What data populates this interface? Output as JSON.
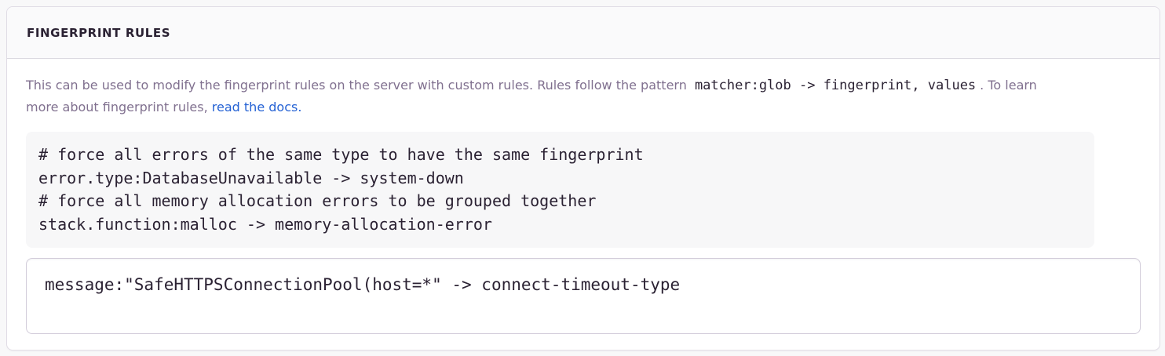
{
  "panel": {
    "header": {
      "title": "FINGERPRINT RULES"
    },
    "description": {
      "text_before_pattern": "This can be used to modify the fingerprint rules on the server with custom rules. Rules follow the pattern",
      "pattern_code": "matcher:glob -> fingerprint, values",
      "text_after_pattern": ". To learn more about fingerprint rules,",
      "link_label": "read the docs."
    },
    "example_code": {
      "text": "# force all errors of the same type to have the same fingerprint\nerror.type:DatabaseUnavailable -> system-down\n# force all memory allocation errors to be grouped together\nstack.function:malloc -> memory-allocation-error"
    },
    "rules_input": {
      "value": "message:\"SafeHTTPSConnectionPool(host=*\" -> connect-timeout-type"
    }
  },
  "colors": {
    "link_blue": "#2562d4",
    "heading_text": "#2b2233",
    "body_text": "#80708f",
    "panel_border": "#e0dce5",
    "header_bg": "#fafafb",
    "code_block_bg": "#f7f7f8"
  }
}
